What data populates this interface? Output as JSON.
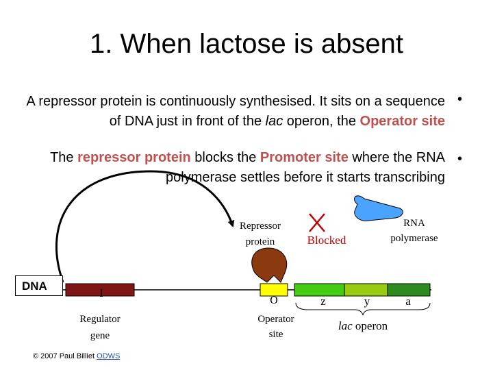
{
  "title": "1. When lactose is absent",
  "para1": {
    "text_a": "A repressor protein is continuously synthesised. It sits on a sequence of DNA just in front of the ",
    "lac": "lac",
    "text_b": " operon, the ",
    "operator_site": "Operator site"
  },
  "para2": {
    "text_a": "The ",
    "repressor_protein": "repressor protein",
    "text_b": " blocks the ",
    "promoter_site": "Promoter site",
    "text_c": " where the RNA polymerase settles before it starts transcribing"
  },
  "bullet": "•",
  "diagram": {
    "dna_label": "DNA",
    "gene_i_label": "I",
    "regulator_gene_line1": "Regulator",
    "regulator_gene_line2": "gene",
    "repressor_line1": "Repressor",
    "repressor_line2": "protein",
    "blocked_label": "Blocked",
    "rna_pol_line1": "RNA",
    "rna_pol_line2": "polymerase",
    "operator_letter": "O",
    "operator_site_line1": "Operator",
    "operator_site_line2": "site",
    "gene_z": "z",
    "gene_y": "y",
    "gene_a": "a",
    "lac_italic": "lac",
    "operon_word": " operon",
    "colors": {
      "regulator_gene": "#7f1515",
      "operator": "#ffff00",
      "gene_z": "#44cc11",
      "gene_y": "#99cc11",
      "gene_a": "#2e8b1f",
      "repressor_protein": "#8b3a0f",
      "rna_polymerase": "#4aa3ff",
      "blocked_cross": "#c00000"
    }
  },
  "footer": {
    "copyright": "© 2007 Paul Billiet ",
    "link": "ODWS"
  }
}
